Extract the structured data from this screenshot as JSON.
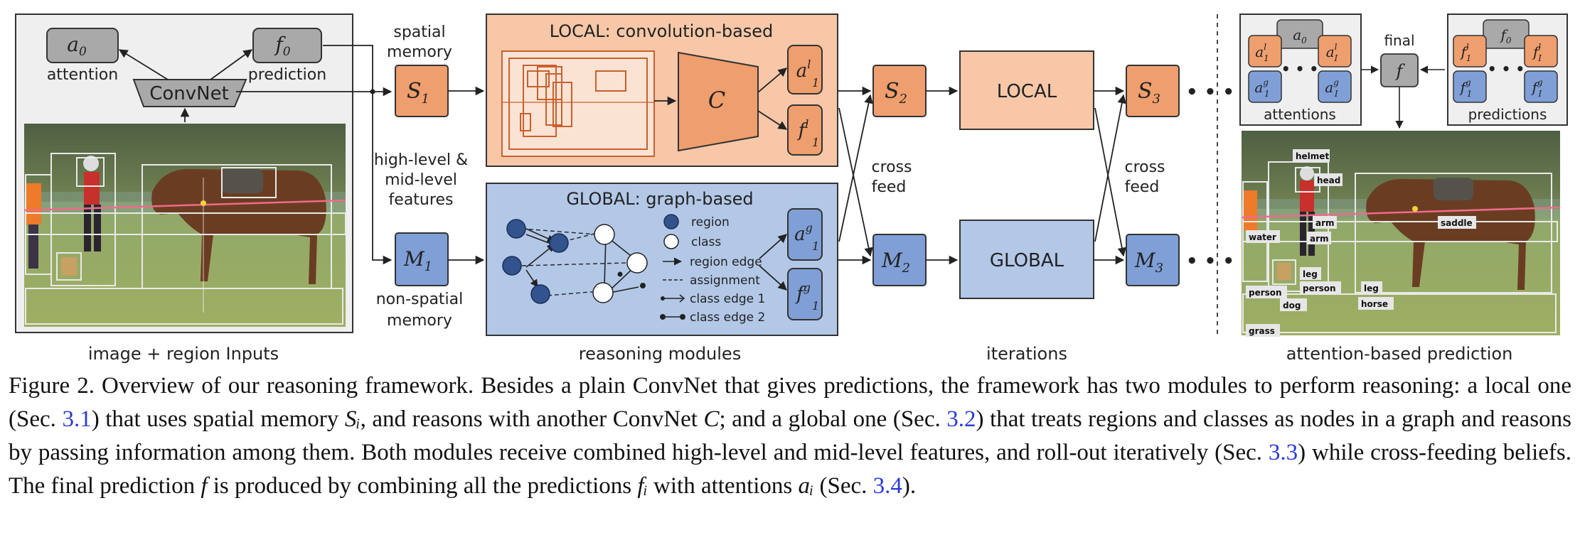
{
  "figure": {
    "input_panel": {
      "a0": "a",
      "a0_sub": "0",
      "f0": "f",
      "f0_sub": "0",
      "attention": "attention",
      "prediction": "prediction",
      "convnet": "ConvNet",
      "bottom_label": "image + region Inputs"
    },
    "memory": {
      "spatial_l1": "spatial",
      "spatial_l2": "memory",
      "s1": "S",
      "s1_sub": "1",
      "features_l1": "high-level &",
      "features_l2": "mid-level",
      "features_l3": "features",
      "m1": "M",
      "m1_sub": "1",
      "nonspatial_l1": "non-spatial",
      "nonspatial_l2": "memory"
    },
    "local_module": {
      "title": "LOCAL: convolution-based",
      "c": "C",
      "a1l": "a",
      "a1l_sub": "1",
      "a1l_sup": "l",
      "f1l": "f",
      "f1l_sub": "1",
      "f1l_sup": "l"
    },
    "global_module": {
      "title": "GLOBAL: graph-based",
      "legend": [
        "region",
        "class",
        "region edge",
        "assignment",
        "class edge 1",
        "class edge 2"
      ],
      "a1g": "a",
      "a1g_sub": "1",
      "a1g_sup": "g",
      "f1g": "f",
      "f1g_sub": "1",
      "f1g_sup": "g"
    },
    "modules_label": "reasoning modules",
    "iterations": {
      "s2": "S",
      "s2_sub": "2",
      "m2": "M",
      "m2_sub": "2",
      "local": "LOCAL",
      "global": "GLOBAL",
      "s3": "S",
      "s3_sub": "3",
      "m3": "M",
      "m3_sub": "3",
      "cross1_l1": "cross",
      "cross1_l2": "feed",
      "cross2_l1": "cross",
      "cross2_l2": "feed",
      "dots": "• • •",
      "label": "iterations"
    },
    "prediction_panel": {
      "final": "final",
      "f": "f",
      "attentions": "attentions",
      "predictions": "predictions",
      "label": "attention-based prediction",
      "region_labels": [
        "helmet",
        "head",
        "arm",
        "arm",
        "saddle",
        "water",
        "leg",
        "person",
        "person",
        "leg",
        "dog",
        "horse",
        "grass"
      ]
    }
  },
  "caption": {
    "p1": "Figure 2. Overview of our reasoning framework.  Besides a plain ConvNet that gives predictions, the framework has two modules to perform reasoning: a local one (Sec. ",
    "ref1": "3.1",
    "p2": ") that uses spatial memory ",
    "S_i": "Sᵢ",
    "p3": ", and reasons with another ConvNet ",
    "C": "C",
    "p4": "; and a global one (Sec. ",
    "ref2": "3.2",
    "p5": ") that treats regions and classes as nodes in a graph and reasons by passing information among them. Both modules receive combined high-level and mid-level features, and roll-out iteratively (Sec. ",
    "ref3": "3.3",
    "p6": ") while cross-feeding beliefs. The final prediction ",
    "f": "f",
    "p7": " is produced by combining all the predictions ",
    "f_i": "fᵢ",
    "p8": " with attentions ",
    "a_i": "aᵢ",
    "p9": " (Sec. ",
    "ref4": "3.4",
    "p10": ")."
  },
  "colors": {
    "local_fill": "#f7c7a8",
    "local_dark": "#ef9e6e",
    "global_fill": "#b3c8e7",
    "global_dark": "#7f9fd6",
    "node_dark": "#33538f",
    "gray_box": "#bdbdbd",
    "ref_blue": "#2a3bd6"
  }
}
